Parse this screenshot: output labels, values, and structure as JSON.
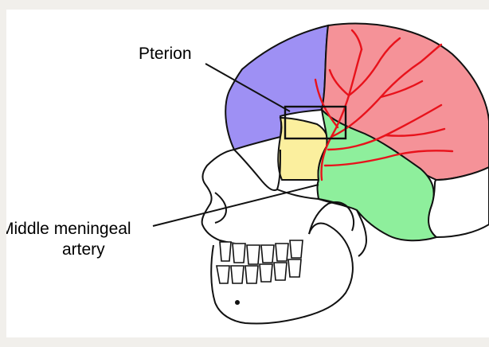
{
  "labels": {
    "pterion": "Pterion",
    "middle_meningeal_line1": "Middle meningeal",
    "middle_meningeal_line2": "artery"
  },
  "colors": {
    "frontal_bone": "#9e90f4",
    "parietal_bone": "#f59298",
    "sphenoid_greater_wing": "#fbef9e",
    "temporal_bone": "#8eef9c",
    "artery": "#e8121b",
    "outline": "#111111",
    "background": "#ffffff",
    "frame": "#f1efeb"
  }
}
